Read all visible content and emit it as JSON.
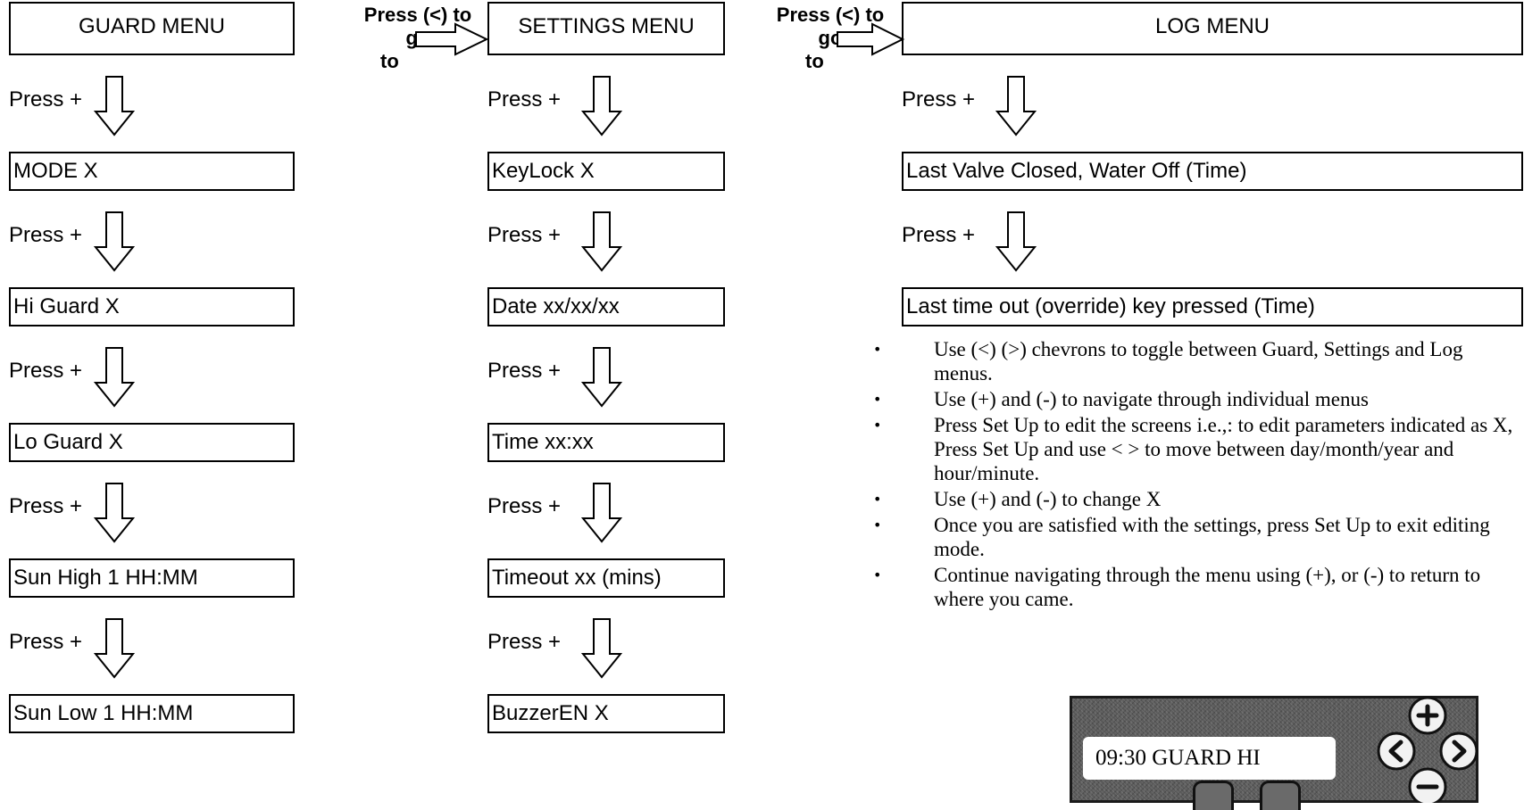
{
  "goto_prefix": "Press (<) to go",
  "goto_to": "to",
  "press_label": "Press +",
  "columns": {
    "guard": {
      "header": "GUARD MENU",
      "items": [
        "MODE X",
        "Hi Guard X",
        "Lo Guard X",
        "Sun High 1 HH:MM",
        "Sun Low 1 HH:MM"
      ]
    },
    "settings": {
      "header": "SETTINGS MENU",
      "items": [
        "KeyLock X",
        "Date xx/xx/xx",
        "Time xx:xx",
        "Timeout xx (mins)",
        "BuzzerEN X"
      ]
    },
    "log": {
      "header": "LOG MENU",
      "items": [
        "Last Valve Closed, Water Off  (Time)",
        "Last time out (override) key pressed (Time)"
      ]
    }
  },
  "notes": [
    "Use (<) (>) chevrons to toggle between Guard, Settings and Log menus.",
    "Use (+) and (-) to navigate through individual menus",
    "Press Set Up to edit the screens i.e.,: to edit parameters indicated as X, Press Set Up and use < > to move between day/month/year and hour/minute.",
    "Use (+) and (-) to change X",
    "Once you are satisfied with the settings, press Set Up to exit editing mode.",
    "Continue navigating through the menu using (+), or (-) to return to where you came."
  ],
  "device": {
    "display_text": "09:30 GUARD HI",
    "icons": [
      "plus-chevron-icon",
      "left-chevron-icon",
      "right-chevron-icon",
      "minus-chevron-icon"
    ]
  }
}
